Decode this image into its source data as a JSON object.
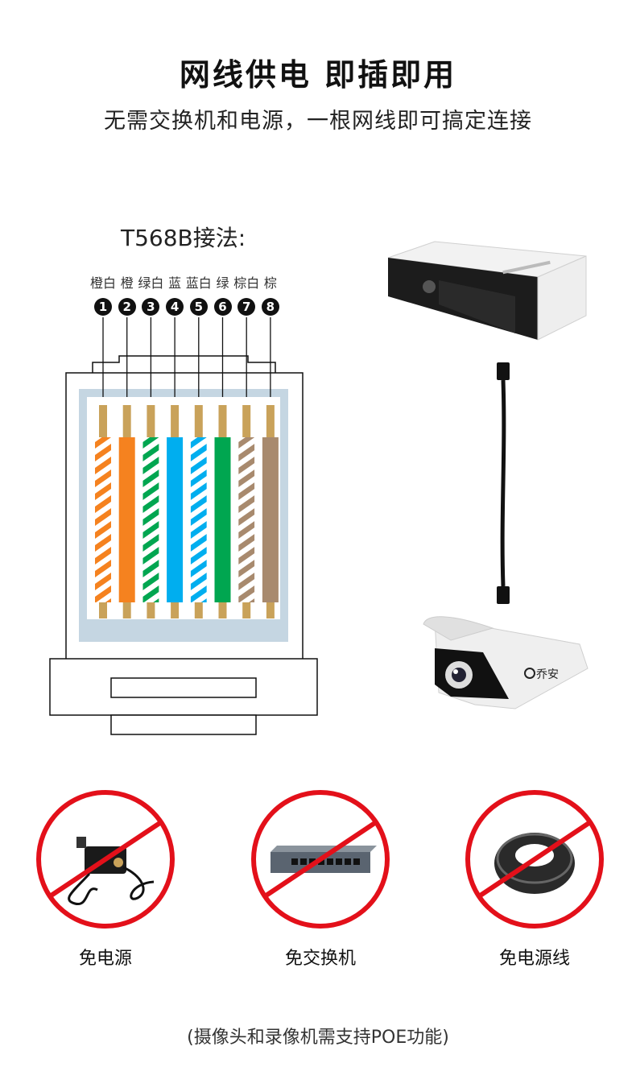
{
  "header": {
    "title": "网线供电  即插即用",
    "subtitle": "无需交换机和电源，一根网线即可搞定连接"
  },
  "wiring": {
    "title": "T568B接法:",
    "pins": [
      {
        "num": "1",
        "label": "橙白",
        "color": "#f5821f",
        "striped": true
      },
      {
        "num": "2",
        "label": "橙",
        "color": "#f5821f",
        "striped": false
      },
      {
        "num": "3",
        "label": "绿白",
        "color": "#00a650",
        "striped": true
      },
      {
        "num": "4",
        "label": "蓝",
        "color": "#00aeef",
        "striped": false
      },
      {
        "num": "5",
        "label": "蓝白",
        "color": "#00aeef",
        "striped": true
      },
      {
        "num": "6",
        "label": "绿",
        "color": "#00a650",
        "striped": false
      },
      {
        "num": "7",
        "label": "棕白",
        "color": "#a88a6e",
        "striped": true
      },
      {
        "num": "8",
        "label": "棕",
        "color": "#a88a6e",
        "striped": false
      }
    ]
  },
  "devices": {
    "camera_brand": "乔安"
  },
  "features": [
    {
      "label": "免电源",
      "icon": "power-adapter-icon"
    },
    {
      "label": "免交换机",
      "icon": "network-switch-icon"
    },
    {
      "label": "免电源线",
      "icon": "cable-coil-icon"
    }
  ],
  "colors": {
    "prohibition_red": "#e3101a",
    "contact_gold": "#c9a25a",
    "plug_inner": "#c5d6e2"
  },
  "footnote": "(摄像头和录像机需支持POE功能)"
}
